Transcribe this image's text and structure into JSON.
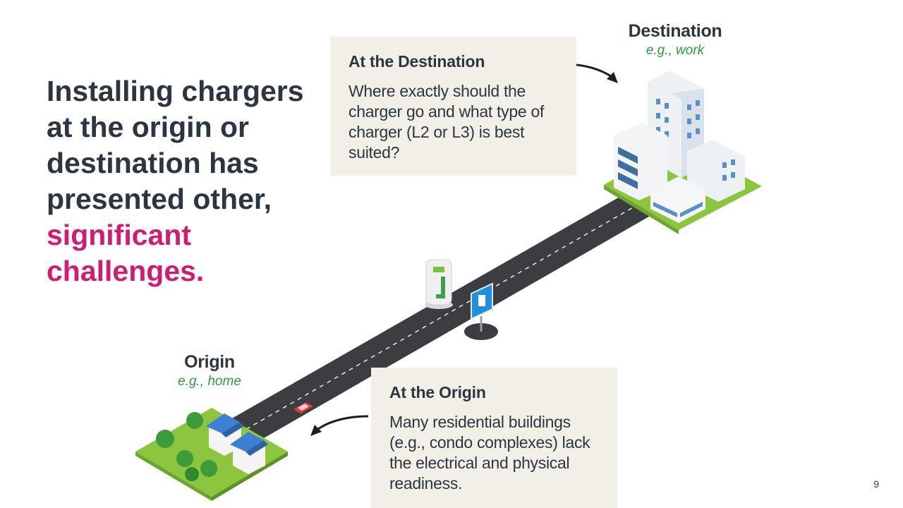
{
  "headline": {
    "text": "Installing chargers at the origin or destination has presented other,",
    "accent": "significant challenges."
  },
  "destination_callout": {
    "title": "At the Destination",
    "body": "Where exactly should the charger go and what type of charger (L2 or L3) is best suited?"
  },
  "origin_callout": {
    "title": "At the Origin",
    "body": "Many residential buildings (e.g., condo complexes) lack the electrical and physical readiness."
  },
  "destination_label": {
    "title": "Destination",
    "example": "e.g., work"
  },
  "origin_label": {
    "title": "Origin",
    "example": "e.g., home"
  },
  "page_number": "9",
  "colors": {
    "text": "#2b3640",
    "accent": "#d01c72",
    "example_green": "#2e9a3a",
    "callout_bg": "#f1efe6"
  },
  "icons": {
    "charger": "ev-charging-station-icon",
    "sign": "charging-sign-icon",
    "car": "car-icon"
  }
}
